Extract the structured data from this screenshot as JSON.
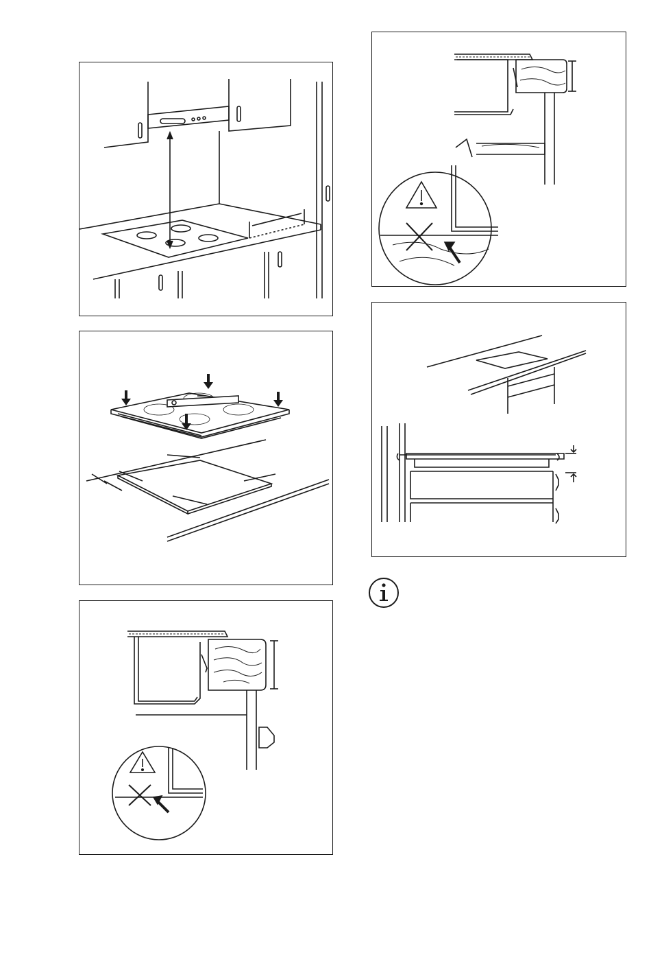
{
  "page": {
    "figures": [
      {
        "id": "hood-distance"
      },
      {
        "id": "hob-into-cutout"
      },
      {
        "id": "worktop-front-warning"
      },
      {
        "id": "worktop-side-warning"
      },
      {
        "id": "hob-section"
      }
    ],
    "icons": [
      "warning-triangle-icon",
      "cross-mark-icon",
      "arrow-icon",
      "information-icon"
    ],
    "colors": {
      "line": "#1a1a1a",
      "background": "#ffffff"
    }
  }
}
